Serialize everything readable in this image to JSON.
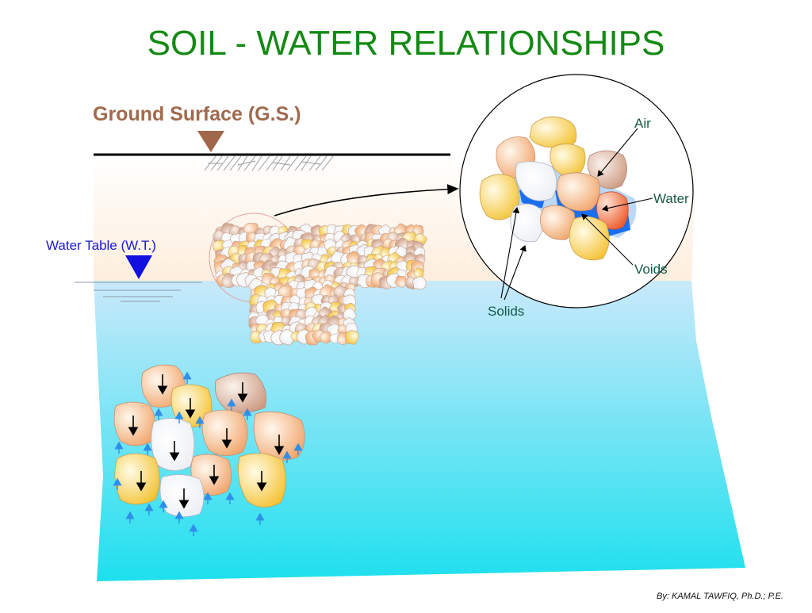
{
  "title": "SOIL - WATER RELATIONSHIPS",
  "labels": {
    "ground_surface": "Ground Surface (G.S.)",
    "water_table": "Water Table (W.T.)",
    "air": "Air",
    "water": "Water",
    "voids": "Voids",
    "solids": "Solids"
  },
  "credit": "By: KAMAL TAWFIQ, Ph.D.; P.E.",
  "colors": {
    "title": "#148a14",
    "ground_surface_label": "#a06a4e",
    "ground_marker": "#a0674b",
    "water_table_label": "#1a1ad6",
    "water_table_marker": "#1010e0",
    "water_top": "#c9e9fb",
    "water_bottom": "#1ee0ee",
    "dry_soil": "#fdf1e0"
  }
}
